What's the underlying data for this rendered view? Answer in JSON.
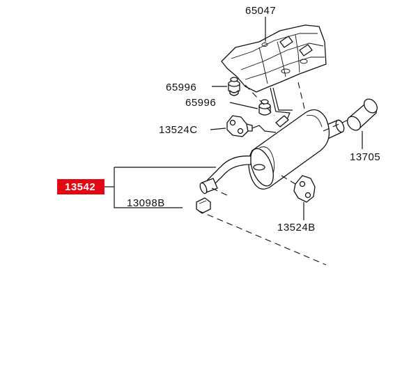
{
  "labels": {
    "heat_protector": "65047",
    "grommet_upper": "65996",
    "grommet_lower": "65996",
    "hanger_front": "13524C",
    "muffler_assembly": "13542",
    "clamp": "13098B",
    "tail_pipe_end": "13705",
    "hanger_rear": "13524B"
  },
  "colors": {
    "highlight": "#e30613",
    "stroke": "#111111",
    "background": "#ffffff"
  }
}
